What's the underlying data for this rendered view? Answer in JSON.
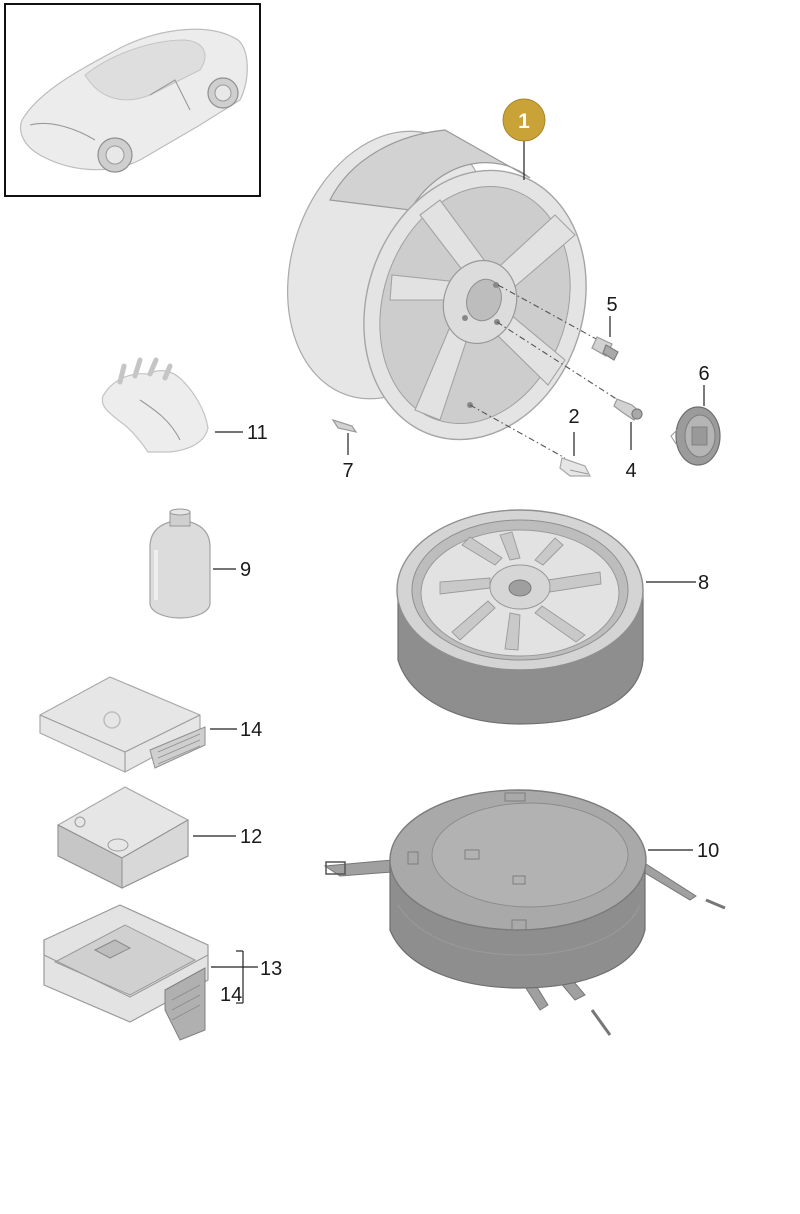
{
  "callouts": {
    "c1": "1",
    "c2": "2",
    "c4": "4",
    "c5": "5",
    "c6": "6",
    "c7": "7",
    "c8": "8",
    "c9": "9",
    "c10": "10",
    "c11": "11",
    "c12": "12",
    "c13": "13",
    "c14a": "14",
    "c14b": "14"
  },
  "colors": {
    "badge_fill": "#c9a338",
    "badge_text": "#ffffff",
    "part_gray": "#d9d9d9",
    "frame": "#111111"
  }
}
